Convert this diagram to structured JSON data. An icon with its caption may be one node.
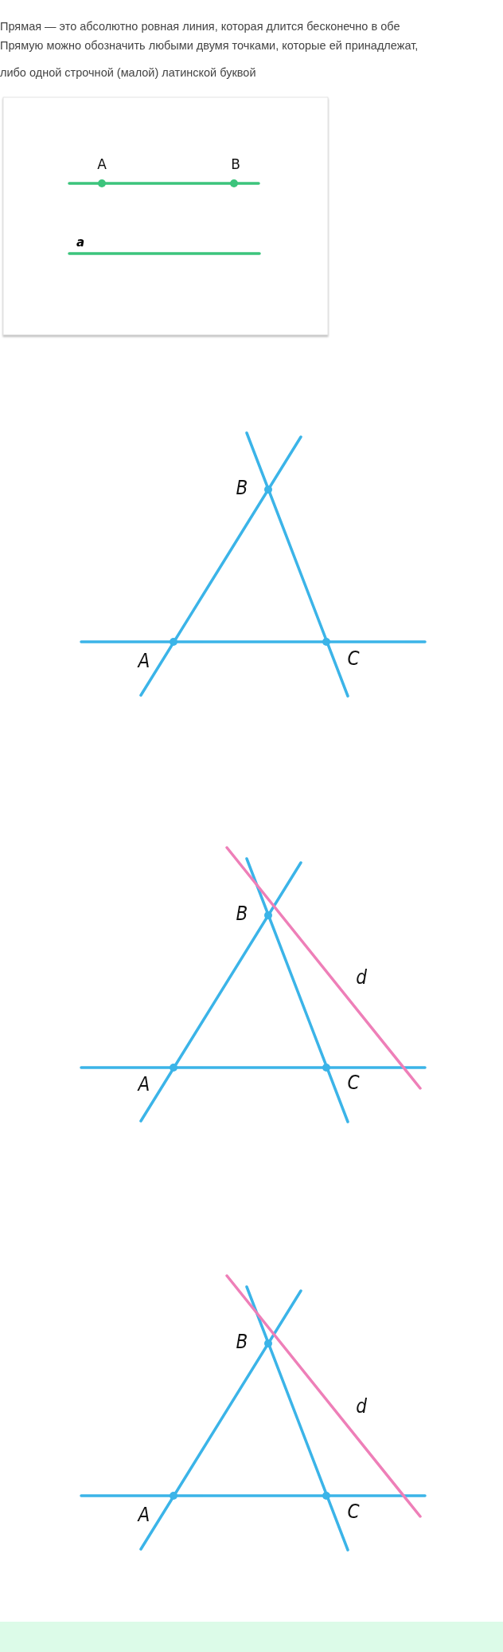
{
  "diagram": {
    "labels": [
      "Прямая — это абсолютно ровная линия, которая длится бесконечно в обе",
      "Прямую можно обозначить любыми двумя точками, которые ей принадлежат,",
      "либо одной строчной (малой) латинской буквой",
      "A",
      "B",
      "a",
      "B",
      "A",
      "C",
      "B",
      "d",
      "A",
      "C",
      "B",
      "d",
      "A",
      "C"
    ]
  }
}
